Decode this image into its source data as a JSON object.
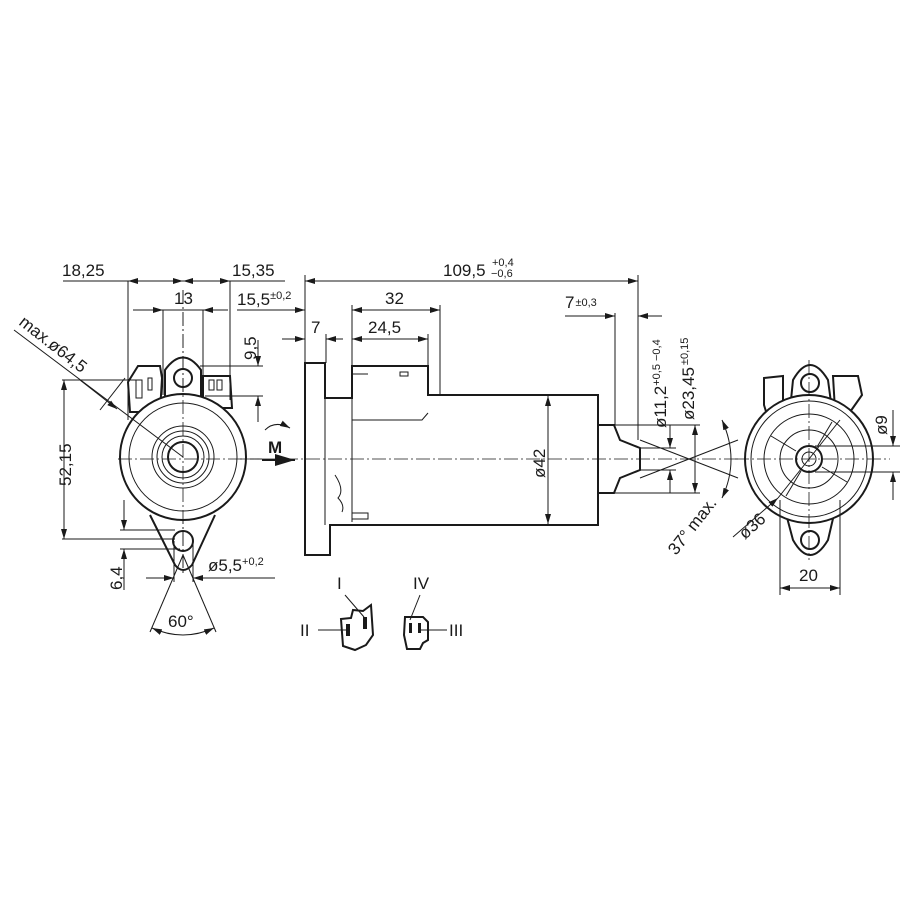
{
  "drawing": {
    "front_view": {
      "dim_left": "18,25",
      "dim_right": "15,35",
      "dim_mid": "13",
      "dim_height": "52,15",
      "dim_tab": "9,5",
      "dim_bottom": "6,4",
      "dim_diameter_max_prefix": "max.",
      "dim_diameter_max": "ø64,5",
      "dim_hole": "ø5,5",
      "dim_hole_tol": "+0,2",
      "angle": "60°",
      "rotation_label": "M"
    },
    "side_view": {
      "dim_flange": "15,5",
      "dim_flange_tol": "±0,2",
      "dim_total": "109,5",
      "dim_total_tol_upper": "+0,4",
      "dim_total_tol_lower": "−0,6",
      "dim_32": "32",
      "dim_7": "7",
      "dim_24": "24,5",
      "dim_shaft_len": "7",
      "dim_shaft_len_tol": "±0,3",
      "dim_shaft_dia": "ø11,2",
      "dim_shaft_dia_tol": "+0,5 −0,4",
      "dim_collar_dia": "ø23,45",
      "dim_collar_dia_tol": "±0,15",
      "dim_body_dia": "ø42",
      "angle": "37° max."
    },
    "end_view": {
      "dim_hub": "ø9",
      "dim_dia": "ø36",
      "dim_width": "20"
    },
    "connectors": {
      "pin1": "I",
      "pin2": "II",
      "pin3": "III",
      "pin4": "IV"
    }
  }
}
